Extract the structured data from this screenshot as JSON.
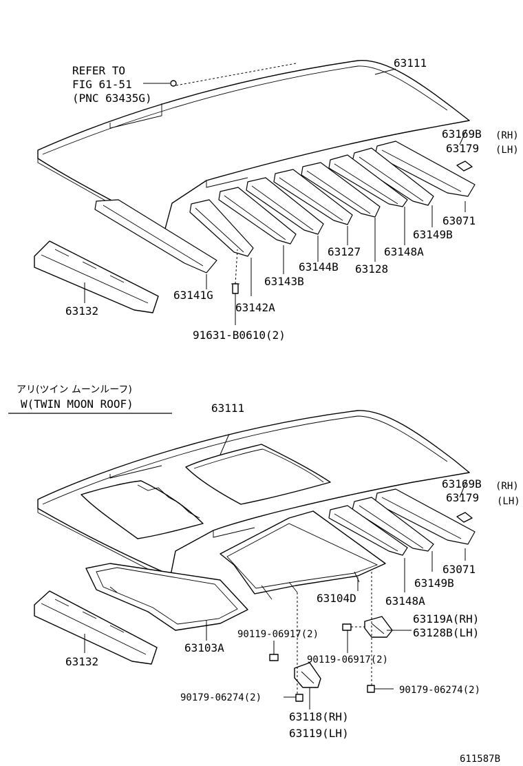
{
  "top": {
    "refer_line1": "REFER TO",
    "refer_line2": "FIG 61-51",
    "refer_line3": "(PNC 63435G)",
    "labels": {
      "roof_panel": "63111",
      "p63169b": "63169B",
      "rh": "(RH)",
      "p63179": "63179",
      "lh": "(LH)",
      "p63071": "63071",
      "p63149b": "63149B",
      "p63148a": "63148A",
      "p63127": "63127",
      "p63128": "63128",
      "p63144b": "63144B",
      "p63143b": "63143B",
      "p63141g": "63141G",
      "p63142a": "63142A",
      "p63132": "63132",
      "bolt": "91631-B0610(2)"
    }
  },
  "bottom": {
    "variant_jp": "アリ(ツイン ムーンルーフ)",
    "variant_en": "W(TWIN MOON ROOF)",
    "labels": {
      "roof_panel": "63111",
      "p63169b": "63169B",
      "rh": "(RH)",
      "p63179": "63179",
      "lh": "(LH)",
      "p63071": "63071",
      "p63149b": "63149B",
      "p63148a": "63148A",
      "p63104d": "63104D",
      "p63119a": "63119A(RH)",
      "p63128b": "63128B(LH)",
      "bolt_a": "90119-06917(2)",
      "bolt_b": "90119-06917(2)",
      "nut_a": "90179-06274(2)",
      "nut_b": "90179-06274(2)",
      "p63103a": "63103A",
      "p63132": "63132",
      "p63118": "63118(RH)",
      "p63119": "63119(LH)"
    }
  },
  "figure_id": "611587B"
}
